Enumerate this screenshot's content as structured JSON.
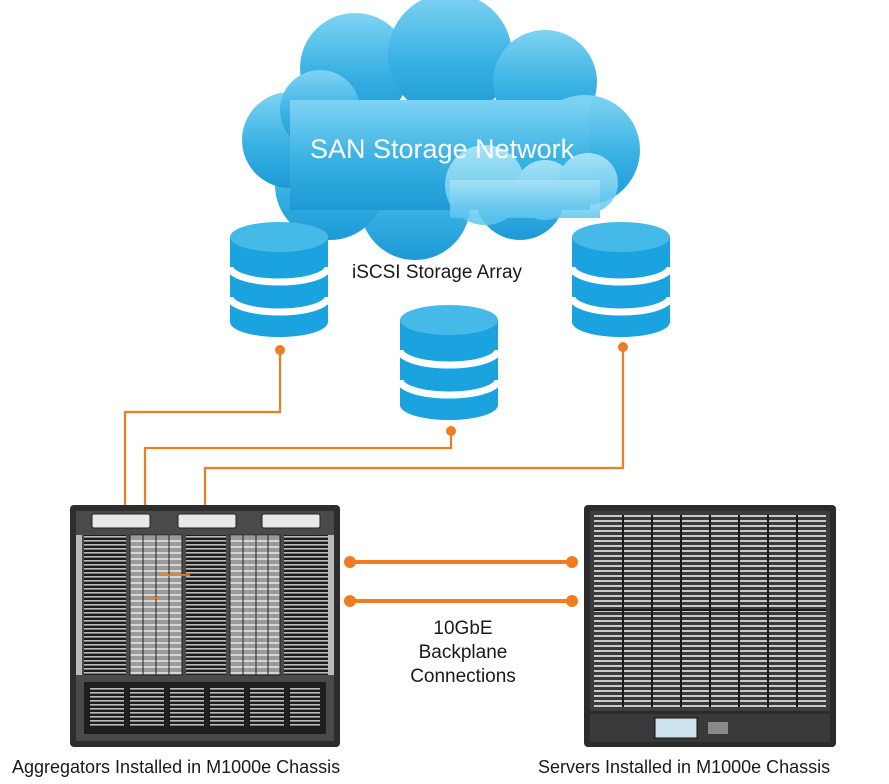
{
  "diagram": {
    "cloud_label": "SAN Storage Network",
    "storage_label": "iSCSI Storage Array",
    "connection_label_lines": [
      "10GbE",
      "Backplane",
      "Connections"
    ],
    "left_caption": "Aggregators Installed in M1000e Chassis",
    "right_caption": "Servers Installed in M1000e Chassis"
  },
  "colors": {
    "cloud": "#3fb6e6",
    "cloud_light": "#8ed8f5",
    "storage_disk": "#1aa3df",
    "cable": "#f07c22",
    "chassis": "#2b2b2b"
  },
  "icons": {
    "storage": "database-cylinder-icon",
    "cloud": "cloud-icon",
    "chassis": "blade-chassis-icon"
  }
}
